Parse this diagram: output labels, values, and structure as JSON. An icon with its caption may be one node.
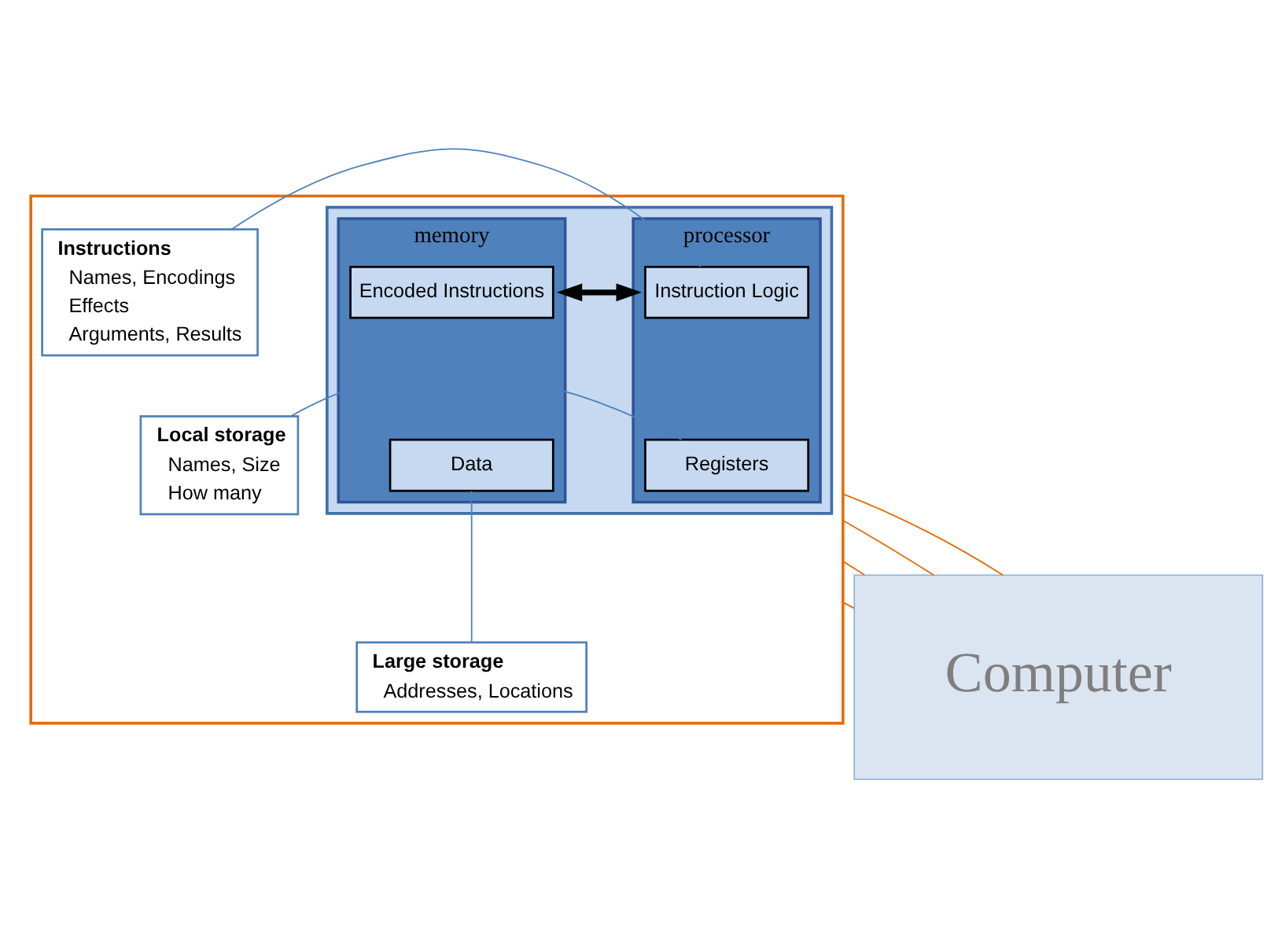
{
  "diagram": {
    "nodes": [
      {
        "text": [],
        "shape": "box"
      },
      {
        "text": [],
        "shape": "box",
        "in": 0
      },
      {
        "text": [
          "processor"
        ],
        "in": 1
      },
      {
        "text": [
          "Instruction Logic"
        ],
        "in": 2
      },
      {
        "text": [
          "Registers"
        ],
        "in": 2
      },
      {
        "text": [
          "memory"
        ],
        "in": 1
      },
      {
        "text": [
          "Encoded Instructions"
        ],
        "in": 5
      },
      {
        "text": [
          "Data"
        ],
        "in": 5
      },
      {
        "text": [
          "Instructions",
          "Names, Encodings",
          "Effects",
          "Arguments, Results"
        ],
        "in": 0
      },
      {
        "text": [
          "Local storage",
          "Names, Size",
          "How many"
        ],
        "in": 0
      },
      {
        "text": [
          "Large storage",
          "Addresses, Locations"
        ],
        "in": 0
      },
      {
        "text": [
          "Computer"
        ]
      }
    ],
    "edges": [
      {
        "from": 2,
        "to": 5,
        "arrow": "both",
        "style": "thick",
        "color": "#000000"
      },
      {
        "from": 8,
        "to": 3,
        "arrow": "none",
        "color": "#4f81bd"
      },
      {
        "from": 9,
        "to": 4,
        "arrow": "none",
        "color": "#4f81bd"
      },
      {
        "from": 10,
        "to": 7,
        "arrow": "none",
        "color": "#4f81bd"
      },
      {
        "from": 0,
        "to": 11,
        "arrow": "none",
        "color": "#e36c0a"
      },
      {
        "from": 0,
        "to": 11,
        "arrow": "none",
        "color": "#e36c0a"
      },
      {
        "from": 0,
        "to": 11,
        "arrow": "none",
        "color": "#e36c0a"
      },
      {
        "from": 0,
        "to": 11,
        "arrow": "none",
        "color": "#e36c0a"
      }
    ]
  }
}
